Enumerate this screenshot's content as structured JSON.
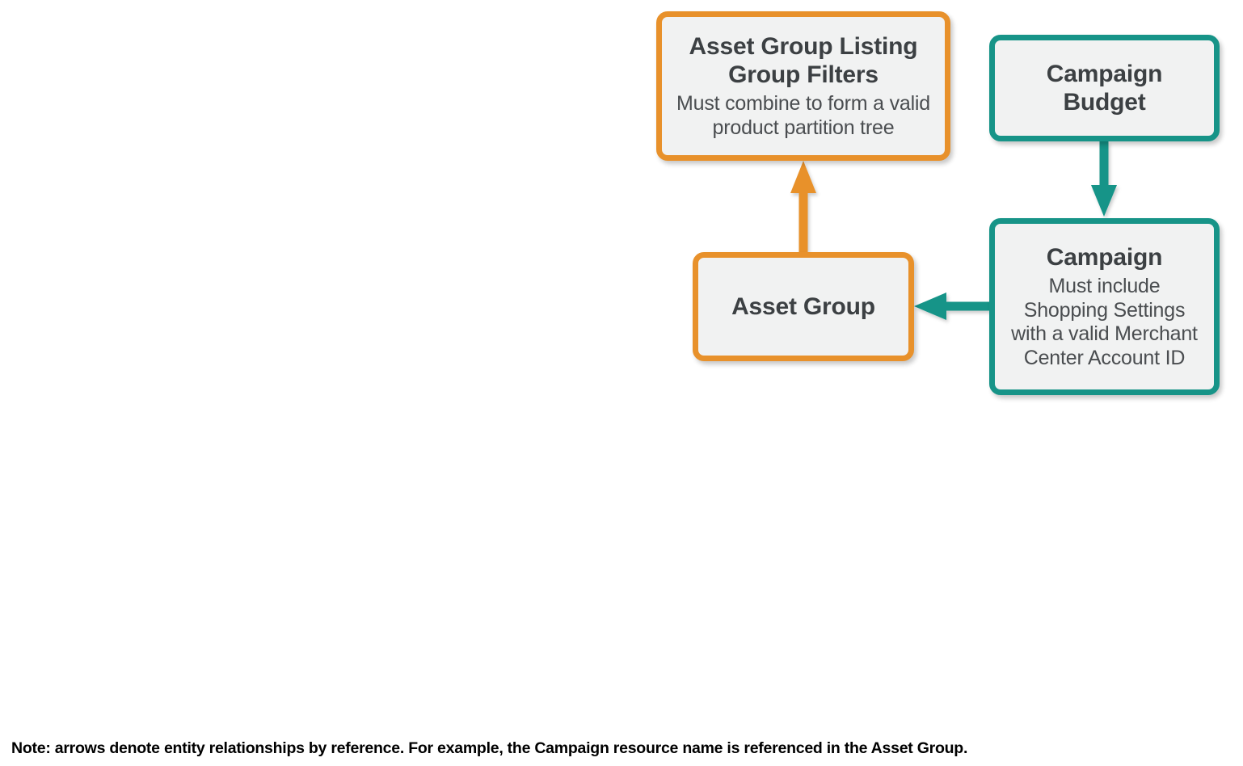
{
  "diagram": {
    "type": "entity-relationship",
    "colors": {
      "orange": "#e8912b",
      "teal": "#179488",
      "node_fill": "#f1f2f2",
      "text": "#3c4043",
      "background": "#ffffff"
    },
    "nodes": [
      {
        "id": "asset-group-listing-group-filters",
        "title": "Asset Group Listing Group Filters",
        "description": "Must combine to form a valid product partition tree",
        "color": "orange"
      },
      {
        "id": "asset-group",
        "title": "Asset Group",
        "description": "",
        "color": "orange"
      },
      {
        "id": "campaign-budget",
        "title": "Campaign Budget",
        "description": "",
        "color": "teal"
      },
      {
        "id": "campaign",
        "title": "Campaign",
        "description": "Must include Shopping Settings with a valid Merchant Center Account ID",
        "color": "teal"
      }
    ],
    "edges": [
      {
        "id": "asset-group-to-listing-group-filters",
        "from": "asset-group",
        "to": "asset-group-listing-group-filters",
        "color": "orange",
        "direction": "up"
      },
      {
        "id": "campaign-budget-to-campaign",
        "from": "campaign-budget",
        "to": "campaign",
        "color": "teal",
        "direction": "down"
      },
      {
        "id": "campaign-to-asset-group",
        "from": "campaign",
        "to": "asset-group",
        "color": "teal",
        "direction": "left"
      }
    ],
    "footer_note": "Note: arrows denote entity relationships by reference. For example, the Campaign resource name is referenced in the Asset Group."
  }
}
